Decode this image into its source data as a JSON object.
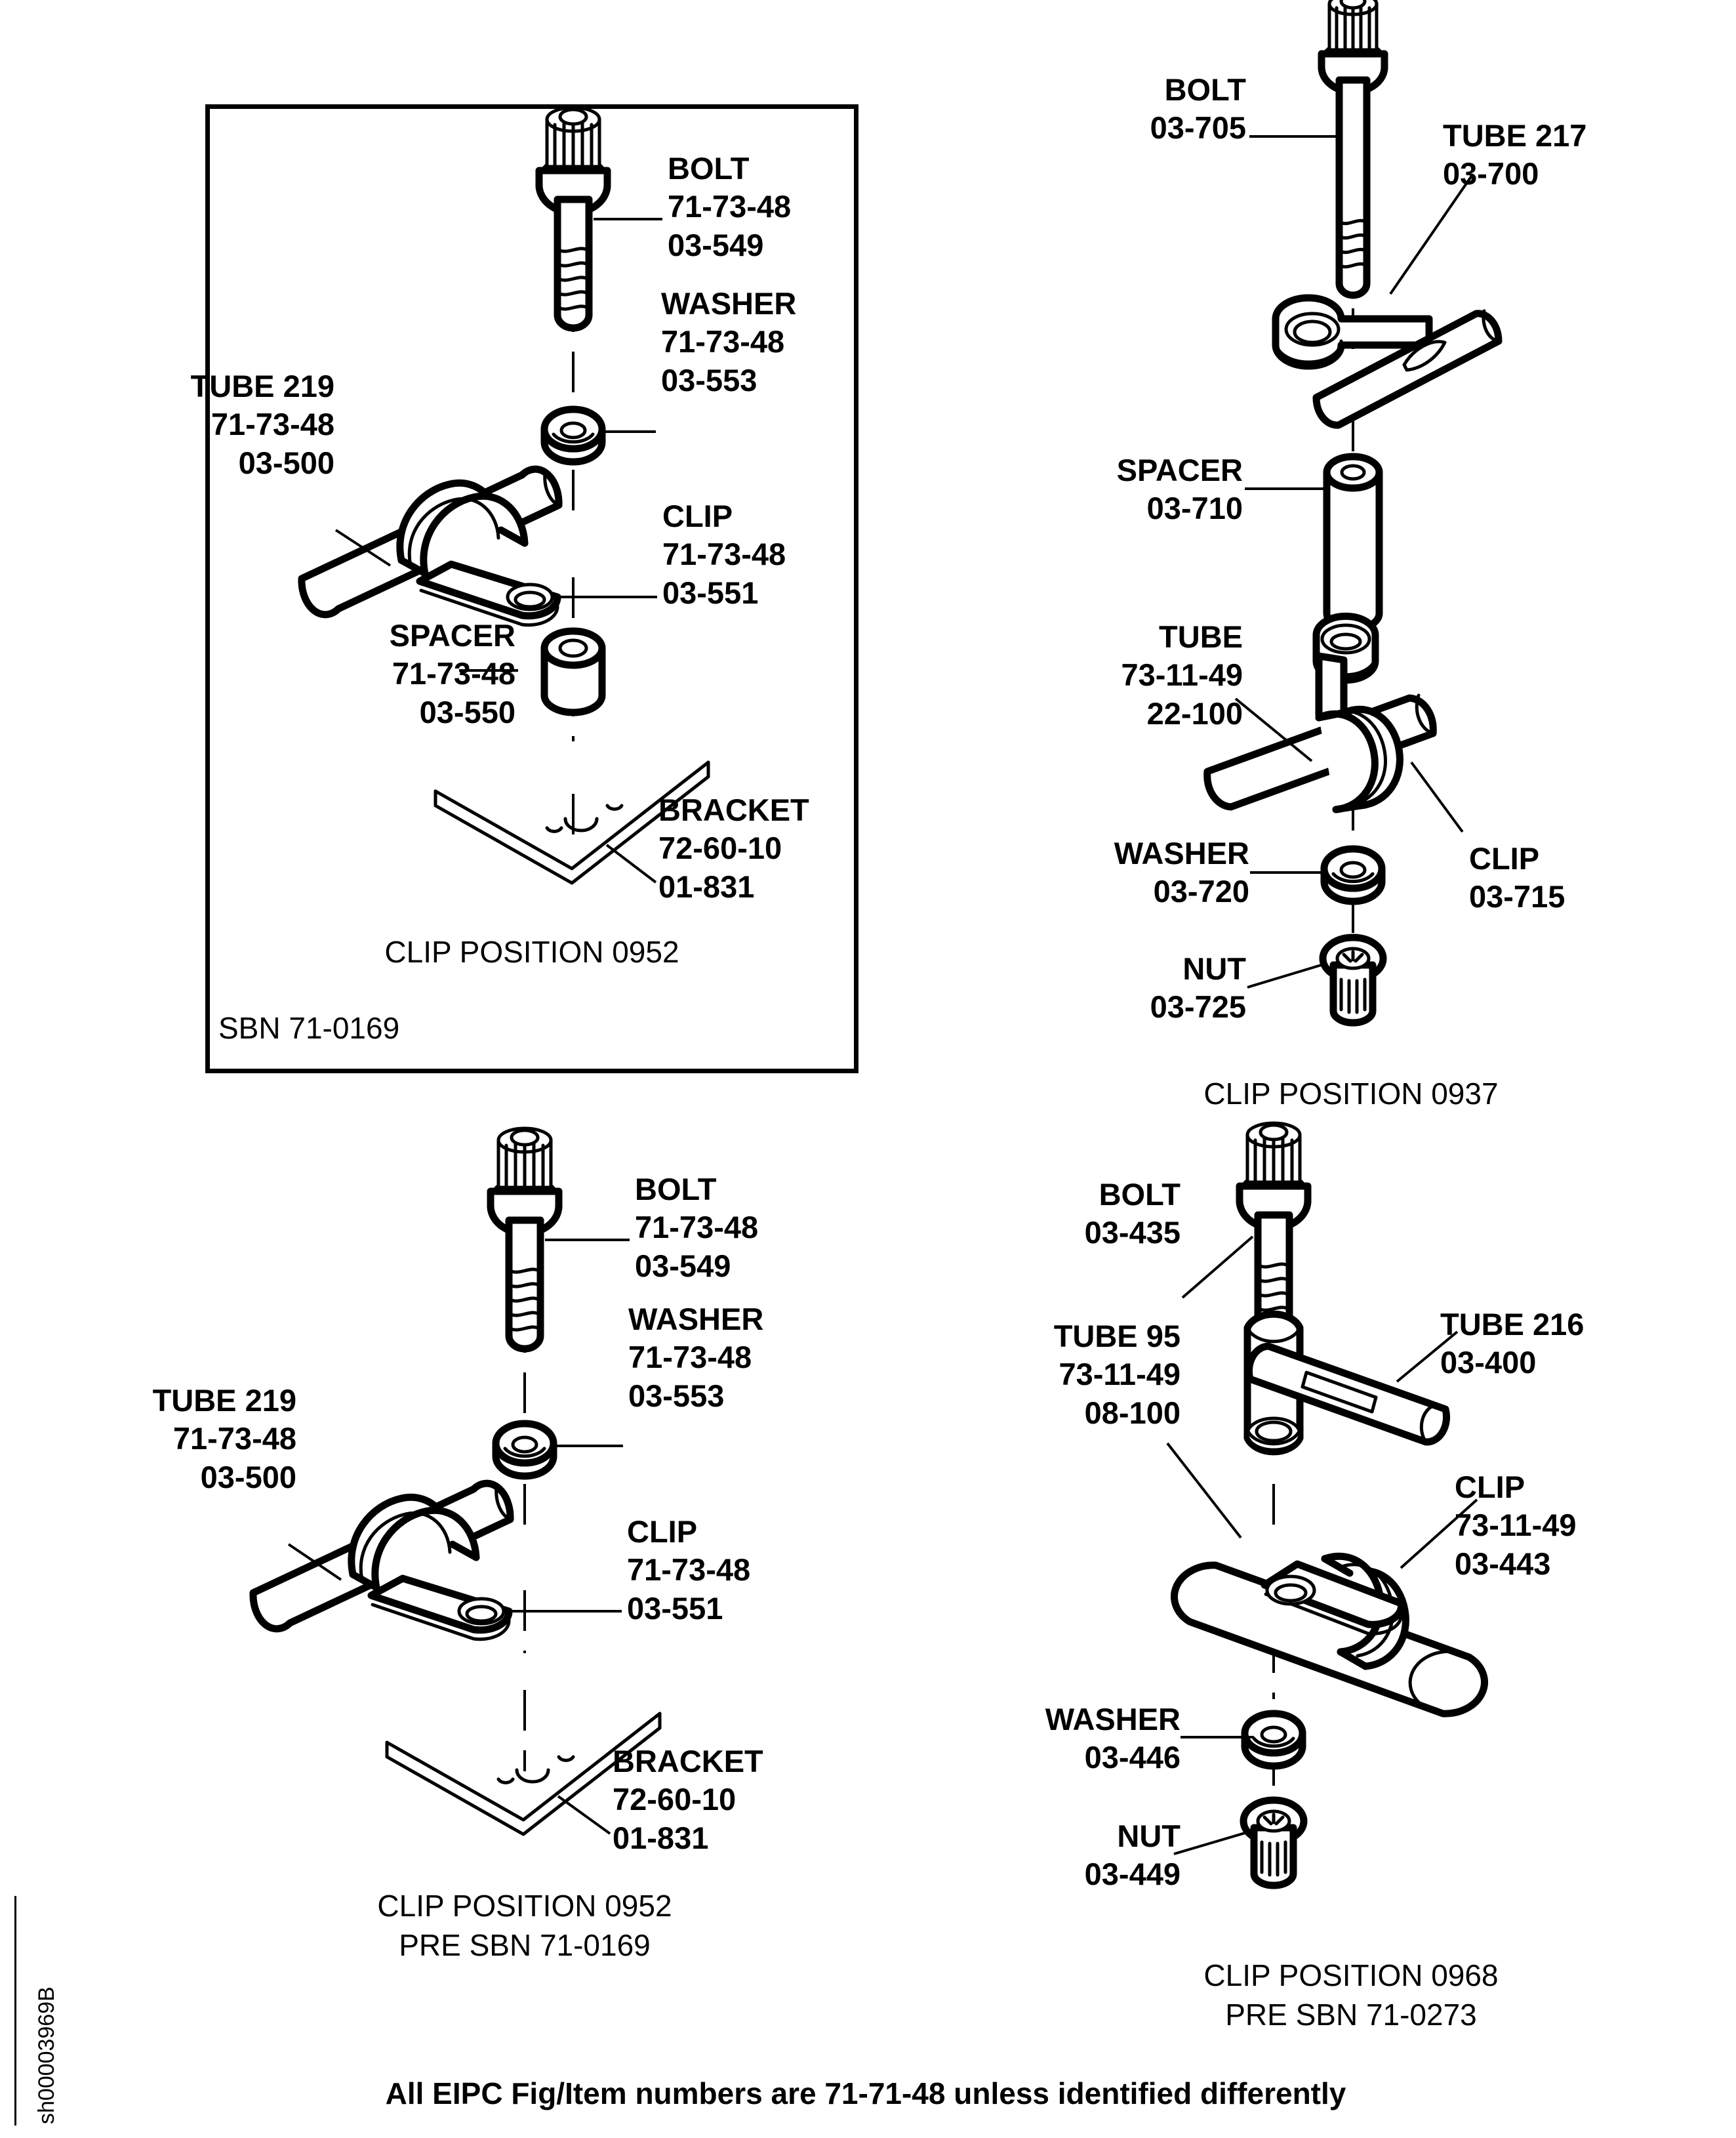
{
  "document": {
    "drawing_id": "sh00003969B",
    "footer_note": "All EIPC Fig/Item numbers are 71-71-48 unless identified differently"
  },
  "panels": [
    {
      "id": "panel-top-left",
      "framed": true,
      "caption": "CLIP POSITION 0952",
      "sbn": "SBN 71-0169",
      "labels": [
        {
          "key": "bolt",
          "name": "BOLT",
          "lines": [
            "BOLT",
            "71-73-48",
            "03-549"
          ]
        },
        {
          "key": "washer",
          "name": "WASHER",
          "lines": [
            "WASHER",
            "71-73-48",
            "03-553"
          ]
        },
        {
          "key": "tube",
          "name": "TUBE 219",
          "lines": [
            "TUBE 219",
            "71-73-48",
            "03-500"
          ]
        },
        {
          "key": "clip",
          "name": "CLIP",
          "lines": [
            "CLIP",
            "71-73-48",
            "03-551"
          ]
        },
        {
          "key": "spacer",
          "name": "SPACER",
          "lines": [
            "SPACER",
            "71-73-48",
            "03-550"
          ]
        },
        {
          "key": "bracket",
          "name": "BRACKET",
          "lines": [
            "BRACKET",
            "72-60-10",
            "01-831"
          ]
        }
      ]
    },
    {
      "id": "panel-top-right",
      "framed": false,
      "caption": "CLIP POSITION 0937",
      "labels": [
        {
          "key": "bolt",
          "name": "BOLT",
          "lines": [
            "BOLT",
            "03-705"
          ]
        },
        {
          "key": "tube217",
          "name": "TUBE 217",
          "lines": [
            "TUBE 217",
            "03-700"
          ]
        },
        {
          "key": "spacer",
          "name": "SPACER",
          "lines": [
            "SPACER",
            "03-710"
          ]
        },
        {
          "key": "tube",
          "name": "TUBE",
          "lines": [
            "TUBE",
            "73-11-49",
            "22-100"
          ]
        },
        {
          "key": "washer",
          "name": "WASHER",
          "lines": [
            "WASHER",
            "03-720"
          ]
        },
        {
          "key": "clip",
          "name": "CLIP",
          "lines": [
            "CLIP",
            "03-715"
          ]
        },
        {
          "key": "nut",
          "name": "NUT",
          "lines": [
            "NUT",
            "03-725"
          ]
        }
      ]
    },
    {
      "id": "panel-bottom-left",
      "framed": false,
      "caption": "CLIP POSITION 0952",
      "caption2": "PRE SBN 71-0169",
      "labels": [
        {
          "key": "bolt",
          "name": "BOLT",
          "lines": [
            "BOLT",
            "71-73-48",
            "03-549"
          ]
        },
        {
          "key": "washer",
          "name": "WASHER",
          "lines": [
            "WASHER",
            "71-73-48",
            "03-553"
          ]
        },
        {
          "key": "tube",
          "name": "TUBE 219",
          "lines": [
            "TUBE 219",
            "71-73-48",
            "03-500"
          ]
        },
        {
          "key": "clip",
          "name": "CLIP",
          "lines": [
            "CLIP",
            "71-73-48",
            "03-551"
          ]
        },
        {
          "key": "bracket",
          "name": "BRACKET",
          "lines": [
            "BRACKET",
            "72-60-10",
            "01-831"
          ]
        }
      ]
    },
    {
      "id": "panel-bottom-right",
      "framed": false,
      "caption": "CLIP POSITION 0968",
      "caption2": "PRE SBN 71-0273",
      "labels": [
        {
          "key": "bolt",
          "name": "BOLT",
          "lines": [
            "BOLT",
            "03-435"
          ]
        },
        {
          "key": "tube95",
          "name": "TUBE 95",
          "lines": [
            "TUBE 95",
            "73-11-49",
            "08-100"
          ]
        },
        {
          "key": "tube216",
          "name": "TUBE 216",
          "lines": [
            "TUBE 216",
            "03-400"
          ]
        },
        {
          "key": "clip",
          "name": "CLIP",
          "lines": [
            "CLIP",
            "73-11-49",
            "03-443"
          ]
        },
        {
          "key": "washer",
          "name": "WASHER",
          "lines": [
            "WASHER",
            "03-446"
          ]
        },
        {
          "key": "nut",
          "name": "NUT",
          "lines": [
            "NUT",
            "03-449"
          ]
        }
      ]
    }
  ],
  "text": {
    "p1_bolt": "BOLT\n71-73-48\n03-549",
    "p1_washer": "WASHER\n71-73-48\n03-553",
    "p1_tube": "TUBE 219\n71-73-48\n03-500",
    "p1_clip": "CLIP\n71-73-48\n03-551",
    "p1_spacer": "SPACER\n71-73-48\n03-550",
    "p1_bracket": "BRACKET\n72-60-10\n01-831",
    "p1_caption": "CLIP POSITION 0952",
    "p1_sbn": "SBN 71-0169",
    "p2_bolt": "BOLT\n03-705",
    "p2_tube217": "TUBE 217\n03-700",
    "p2_spacer": "SPACER\n03-710",
    "p2_tube": "TUBE\n73-11-49\n22-100",
    "p2_washer": "WASHER\n03-720",
    "p2_clip": "CLIP\n03-715",
    "p2_nut": "NUT\n03-725",
    "p2_caption": "CLIP POSITION 0937",
    "p3_bolt": "BOLT\n71-73-48\n03-549",
    "p3_washer": "WASHER\n71-73-48\n03-553",
    "p3_tube": "TUBE 219\n71-73-48\n03-500",
    "p3_clip": "CLIP\n71-73-48\n03-551",
    "p3_bracket": "BRACKET\n72-60-10\n01-831",
    "p3_caption": "CLIP POSITION 0952\nPRE SBN 71-0169",
    "p4_bolt": "BOLT\n03-435",
    "p4_tube95": "TUBE 95\n73-11-49\n08-100",
    "p4_tube216": "TUBE 216\n03-400",
    "p4_clip": "CLIP\n73-11-49\n03-443",
    "p4_washer": "WASHER\n03-446",
    "p4_nut": "NUT\n03-449",
    "p4_caption": "CLIP POSITION 0968\nPRE SBN 71-0273",
    "footer": "All EIPC Fig/Item numbers are 71-71-48 unless identified differently",
    "vertical_id": "sh00003969B"
  }
}
